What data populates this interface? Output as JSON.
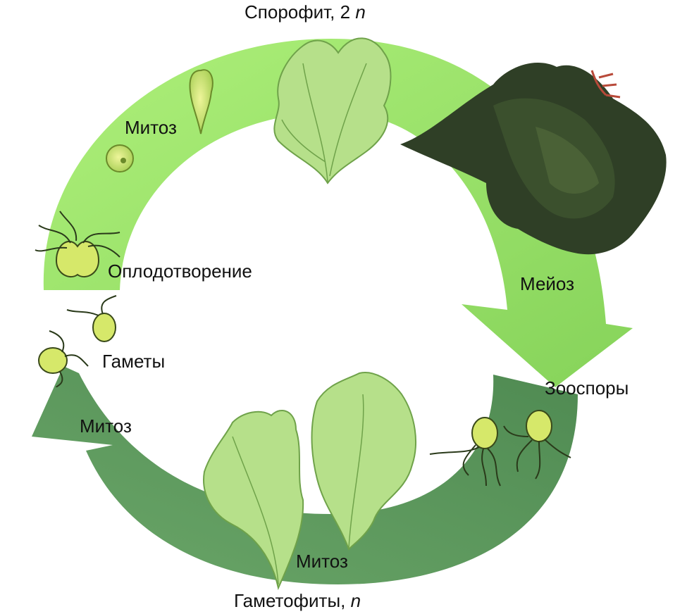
{
  "labels": {
    "sporophyte": "Спорофит, 2",
    "sporophyte_n": "n",
    "mitosis_top": "Митоз",
    "fertilization": "Оплодотворение",
    "meiosis": "Мейоз",
    "gametes": "Гаметы",
    "zoospores": "Зооспоры",
    "mitosis_left": "Митоз",
    "mitosis_bottom": "Митоз",
    "gametophytes": "Гаметофиты,",
    "gametophytes_n": "n"
  },
  "colors": {
    "arrow_light": "#9be36a",
    "arrow_dark": "#5f9a5c",
    "leaf_light": "#b6e08a",
    "leaf_vein": "#6fa24a",
    "seaweed_dark": "#2f3f26",
    "cell_yellow": "#d6e86a"
  }
}
